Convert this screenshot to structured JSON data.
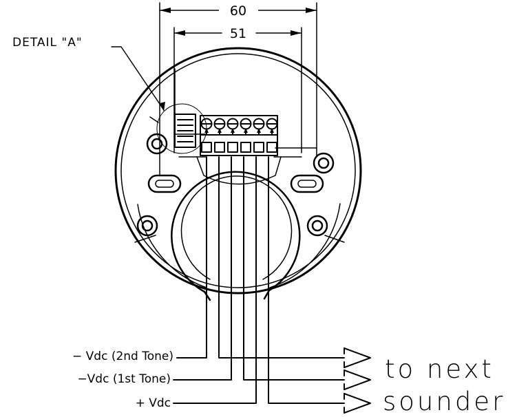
{
  "dimensions": {
    "outer": "60",
    "inner": "51"
  },
  "detail_label": "DETAIL \"A\"",
  "wire_labels": {
    "second_tone": "− Vdc (2nd Tone)",
    "first_tone": "−Vdc (1st Tone)",
    "positive": "+ Vdc"
  },
  "destination": {
    "line1": "to next",
    "line2": "sounder"
  },
  "colors": {
    "ink": "#000000",
    "paper": "#ffffff"
  }
}
